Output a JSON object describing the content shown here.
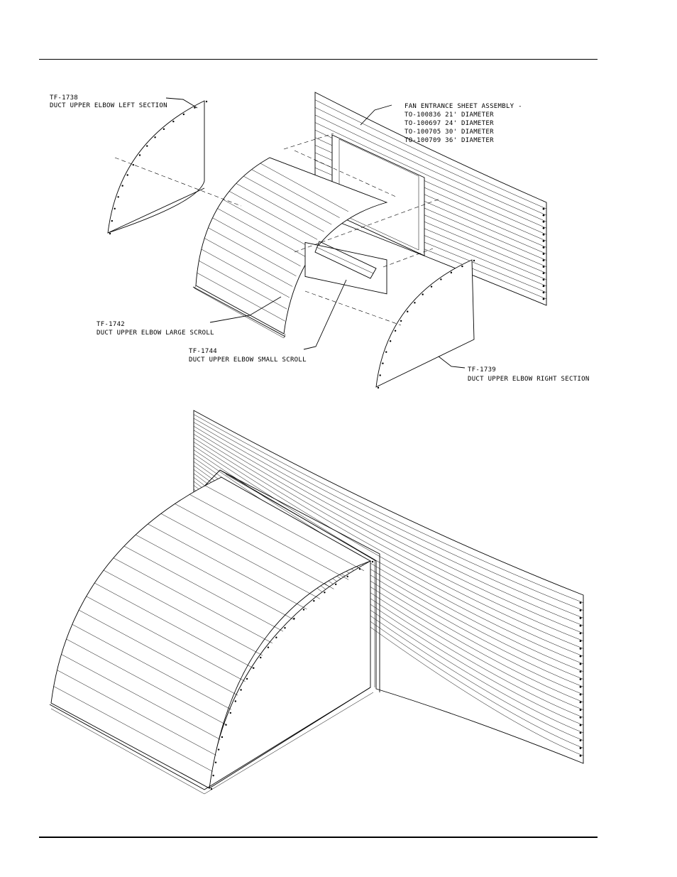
{
  "labels": {
    "left_section": {
      "part": "TF-1738",
      "desc": "DUCT UPPER ELBOW LEFT SECTION"
    },
    "fan_sheet": {
      "title": "FAN ENTRANCE SHEET ASSEMBLY -",
      "sizes": [
        "TO-100836 21' DIAMETER",
        "TO-100697 24' DIAMETER",
        "TO-100705 30' DIAMETER",
        "TO-100709 36' DIAMETER"
      ]
    },
    "large_scroll": {
      "part": "TF-1742",
      "desc": "DUCT UPPER ELBOW LARGE SCROLL"
    },
    "small_scroll": {
      "part": "TF-1744",
      "desc": "DUCT UPPER ELBOW SMALL SCROLL"
    },
    "right_section": {
      "part": "TF-1739",
      "desc": "DUCT UPPER ELBOW RIGHT SECTION"
    }
  }
}
